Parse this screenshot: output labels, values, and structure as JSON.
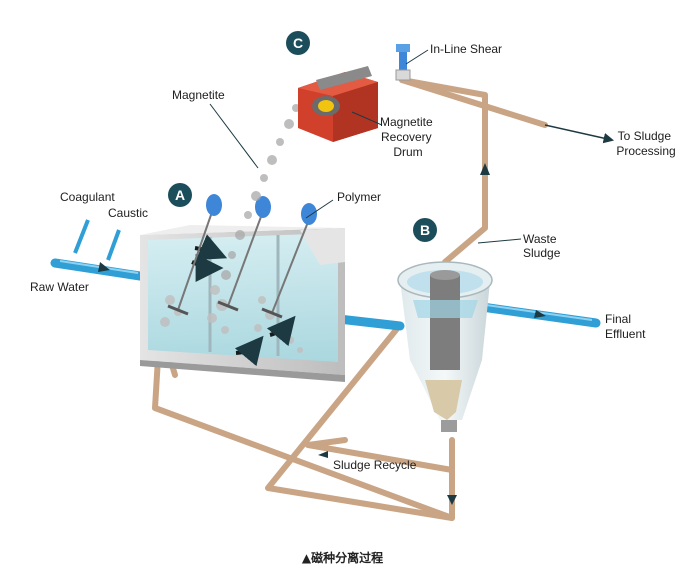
{
  "labels": {
    "raw_water": "Raw Water",
    "coagulant": "Coagulant",
    "caustic": "Caustic",
    "magnetite": "Magnetite",
    "polymer": "Polymer",
    "in_line_shear": "In-Line Shear",
    "recovery_drum": [
      "Magnetite",
      "Recovery",
      "Drum"
    ],
    "to_sludge": [
      "To Sludge",
      "Processing"
    ],
    "waste_sludge": [
      "Waste",
      "Sludge"
    ],
    "final_effluent": [
      "Final",
      "Effluent"
    ],
    "sludge_recycle": "Sludge Recycle"
  },
  "badges": {
    "a": "A",
    "b": "B",
    "c": "C"
  },
  "caption": "▲磁种分离过程",
  "colors": {
    "badge": "#1c4d5b",
    "pipe_tan": "#c9a585",
    "pipe_blue": "#2f9fd6",
    "tank_water": "#b7e1e8",
    "drum_red": "#d0402b",
    "mixer_blue": "#3d86d8"
  },
  "icons": [
    "mixer-icon",
    "arrow-icon",
    "recovery-drum-icon",
    "clarifier-icon"
  ]
}
